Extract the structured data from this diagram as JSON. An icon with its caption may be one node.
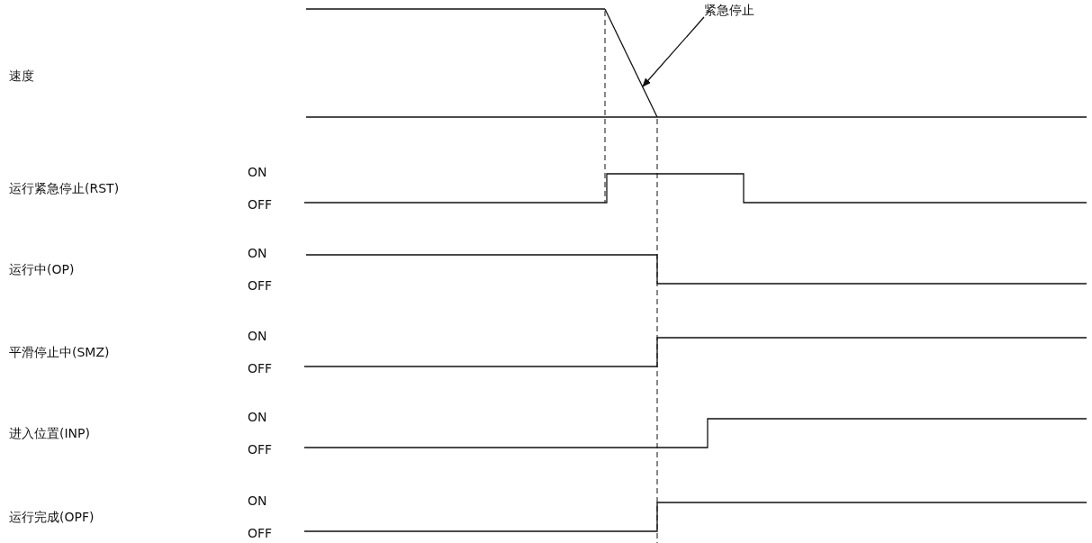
{
  "diagram": {
    "nodes": [
      {
        "text": [
          "紧急停止"
        ]
      },
      {
        "text": [],
        "shape": "line"
      }
    ],
    "edges": [
      {
        "from": 0,
        "to": 1,
        "arrow": "to"
      }
    ],
    "labels": [
      "速度",
      "运行紧急停止(RST)",
      "ON",
      "OFF",
      "运行中(OP)",
      "ON",
      "OFF",
      "平滑停止中(SMZ)",
      "ON",
      "OFF",
      "进入位置(INP)",
      "ON",
      "OFF",
      "运行完成(OPF)",
      "ON",
      "OFF"
    ]
  }
}
